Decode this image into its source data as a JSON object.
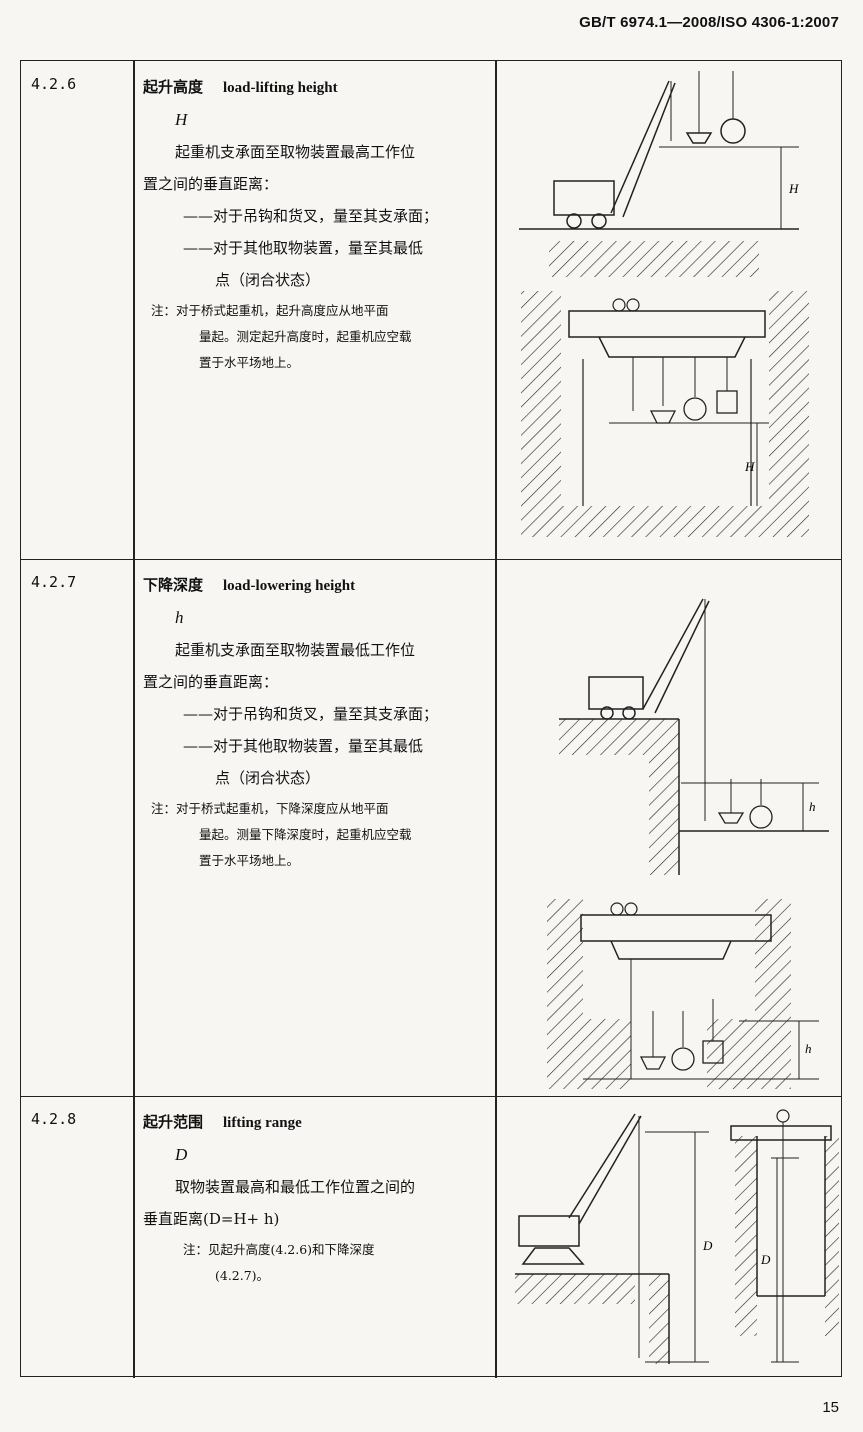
{
  "header": {
    "standard_ref": "GB/T 6974.1—2008/ISO 4306-1:2007"
  },
  "rows": [
    {
      "number": "4.2.6",
      "term_cn": "起升高度",
      "term_en": "load-lifting height",
      "symbol": "H",
      "definition_1": "起重机支承面至取物装置最高工作位",
      "definition_2": "置之间的垂直距离：",
      "item_1": "——对于吊钩和货叉，量至其支承面；",
      "item_2": "——对于其他取物装置，量至其最低",
      "item_2_cont": "点（闭合状态）",
      "note_1": "注：对于桥式起重机，起升高度应从地平面",
      "note_2": "量起。测定起升高度时，起重机应空载",
      "note_3": "置于水平场地上。",
      "fig_label_1": "H",
      "fig_label_2": "H"
    },
    {
      "number": "4.2.7",
      "term_cn": "下降深度",
      "term_en": "load-lowering height",
      "symbol": "h",
      "definition_1": "起重机支承面至取物装置最低工作位",
      "definition_2": "置之间的垂直距离：",
      "item_1": "——对于吊钩和货叉，量至其支承面；",
      "item_2": "——对于其他取物装置，量至其最低",
      "item_2_cont": "点（闭合状态）",
      "note_1": "注：对于桥式起重机，下降深度应从地平面",
      "note_2": "量起。测量下降深度时，起重机应空载",
      "note_3": "置于水平场地上。",
      "fig_label_1": "h",
      "fig_label_2": "h"
    },
    {
      "number": "4.2.8",
      "term_cn": "起升范围",
      "term_en": "lifting range",
      "symbol": "D",
      "definition_1": "取物装置最高和最低工作位置之间的",
      "definition_2": "垂直距离(D=H+ h)",
      "note_1": "注：见起升高度(4.2.6)和下降深度",
      "note_2": "(4.2.7)。",
      "fig_label_1": "D",
      "fig_label_2": "D"
    }
  ],
  "page_number": "15"
}
